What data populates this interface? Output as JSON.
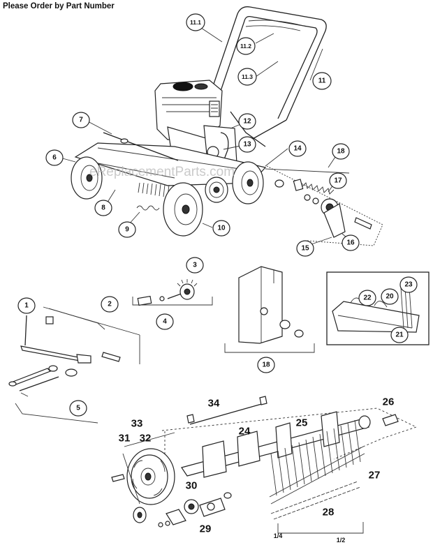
{
  "header": {
    "title": "Please Order by Part Number"
  },
  "watermark": "eReplacementParts.com",
  "callouts": {
    "c1": "1",
    "c2": "2",
    "c3": "3",
    "c4": "4",
    "c5": "5",
    "c6": "6",
    "c7": "7",
    "c8": "8",
    "c9": "9",
    "c10": "10",
    "c11": "11",
    "c11_1": "11.1",
    "c11_2": "11.2",
    "c11_3": "11.3",
    "c12": "12",
    "c13": "13",
    "c14": "14",
    "c15": "15",
    "c16": "16",
    "c17": "17",
    "c18_top": "18",
    "c18_bottom": "18",
    "c20": "20",
    "c21": "21",
    "c22": "22",
    "c23": "23"
  },
  "plain_labels": {
    "l24": "24",
    "l25": "25",
    "l26": "26",
    "l27": "27",
    "l28": "28",
    "l29": "29",
    "l30": "30",
    "l31": "31",
    "l32": "32",
    "l33": "33",
    "l34": "34"
  },
  "fractions": {
    "quarter": "1/4",
    "half": "1/2"
  },
  "styles": {
    "line_color": "#222222",
    "background": "#ffffff"
  }
}
